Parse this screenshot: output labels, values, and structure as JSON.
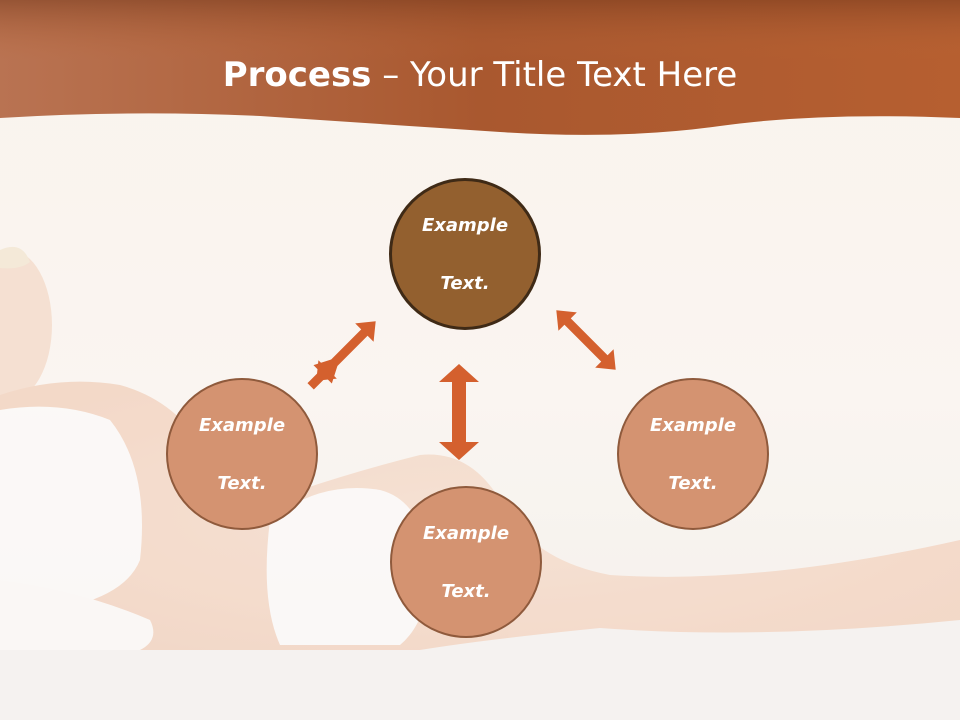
{
  "title": {
    "bold": "Process",
    "rest": " – Your Title Text Here"
  },
  "nodes": {
    "top": {
      "line1": "Example",
      "line2": "Text."
    },
    "left": {
      "line1": "Example",
      "line2": "Text."
    },
    "right": {
      "line1": "Example",
      "line2": "Text."
    },
    "bottom": {
      "line1": "Example",
      "line2": "Text."
    }
  },
  "colors": {
    "header": "#b1653a",
    "top_node": "#93602f",
    "side_node": "#d49371",
    "arrow": "#d4602e"
  }
}
